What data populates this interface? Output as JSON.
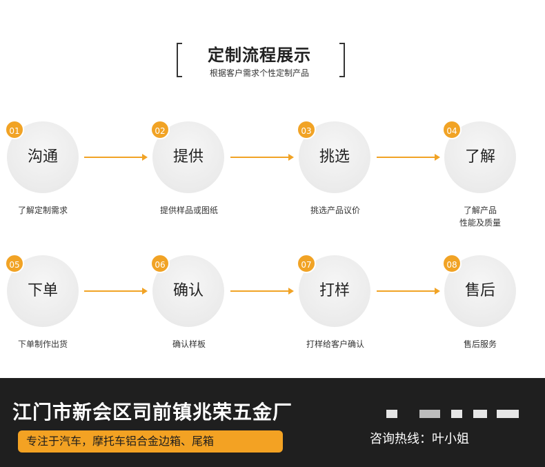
{
  "header": {
    "title": "定制流程展示",
    "subtitle": "根据客户需求个性定制产品"
  },
  "steps": [
    {
      "num": "01",
      "label": "沟通",
      "desc": [
        "了解定制需求"
      ]
    },
    {
      "num": "02",
      "label": "提供",
      "desc": [
        "提供样品或图纸"
      ]
    },
    {
      "num": "03",
      "label": "挑选",
      "desc": [
        "挑选产品议价"
      ]
    },
    {
      "num": "04",
      "label": "了解",
      "desc": [
        "了解产品",
        "性能及质量"
      ]
    },
    {
      "num": "05",
      "label": "下单",
      "desc": [
        "下单制作出货"
      ]
    },
    {
      "num": "06",
      "label": "确认",
      "desc": [
        "确认样板"
      ]
    },
    {
      "num": "07",
      "label": "打样",
      "desc": [
        "打样给客户确认"
      ]
    },
    {
      "num": "08",
      "label": "售后",
      "desc": [
        "售后服务"
      ]
    }
  ],
  "footer": {
    "company": "江门市新会区司前镇兆荣五金厂",
    "tagline": "专注于汽车，摩托车铝合金边箱、尾箱",
    "hotline": "咨询热线：叶小姐"
  },
  "colors": {
    "accent": "#f1a325",
    "footer_bg": "#1f1f1f",
    "circle_bg": "#ebebeb"
  }
}
